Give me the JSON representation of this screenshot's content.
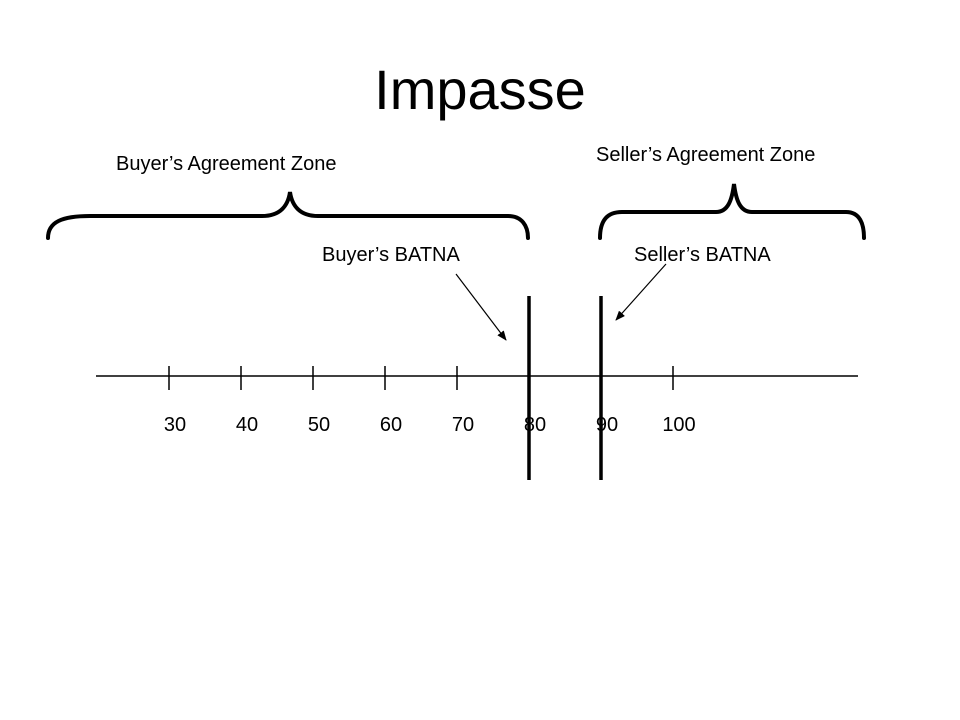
{
  "slide": {
    "title": "Impasse"
  },
  "zones": {
    "buyer_label": "Buyer’s Agreement Zone",
    "seller_label": "Seller’s Agreement Zone"
  },
  "batna": {
    "buyer_label": "Buyer’s BATNA",
    "seller_label": "Seller’s BATNA",
    "buyer_value": 80,
    "seller_value": 90
  },
  "scale": {
    "ticks": [
      30,
      40,
      50,
      60,
      70,
      80,
      90,
      100
    ],
    "tick_labels": [
      "30",
      "40",
      "50",
      "60",
      "70",
      "80",
      "90",
      "100"
    ]
  },
  "colors": {
    "ink": "#000000",
    "background": "#ffffff"
  }
}
